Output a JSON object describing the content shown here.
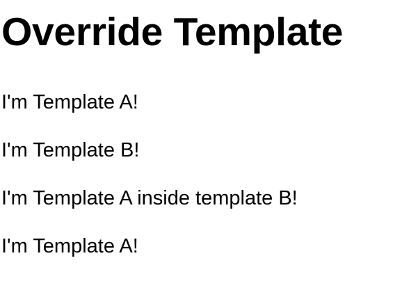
{
  "heading": "Override Template",
  "lines": [
    "I'm Template A!",
    "I'm Template B!",
    "I'm Template A inside template B!",
    "I'm Template A!"
  ]
}
